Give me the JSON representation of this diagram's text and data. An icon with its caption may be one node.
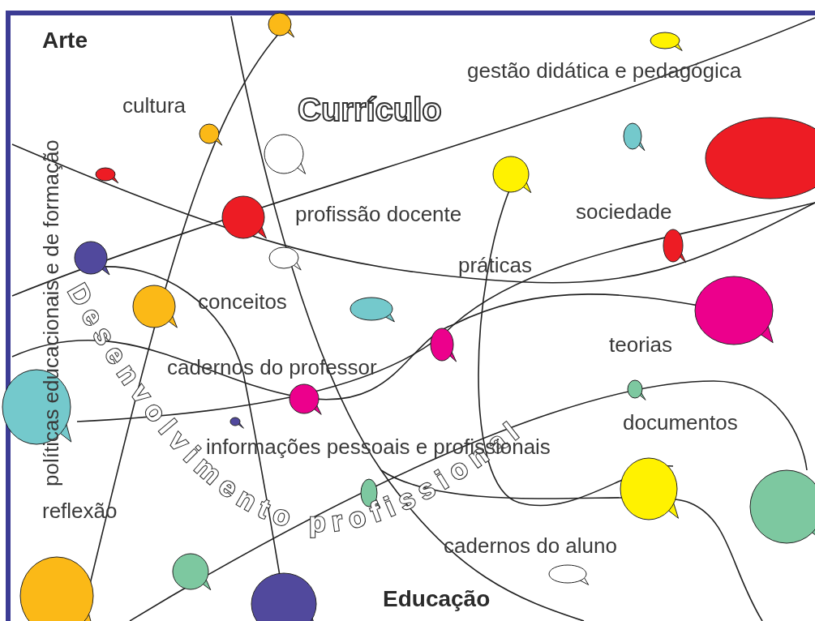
{
  "diagram": {
    "labels": [
      "Arte",
      "gestão didática e pedagógica",
      "cultura",
      "Currículo",
      "políticas educacionais e de formação",
      "profissão docente",
      "sociedade",
      "práticas",
      "conceitos",
      "Desenvolvimento profissional",
      "teorias",
      "cadernos do professor",
      "documentos",
      "informações pessoais e profissionais",
      "reflexão",
      "cadernos do aluno",
      "Educação"
    ]
  }
}
